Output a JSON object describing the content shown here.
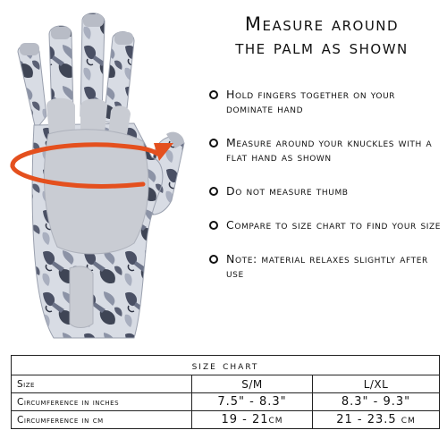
{
  "heading": {
    "line1": "Measure around",
    "line2": "the palm as shown"
  },
  "instructions": [
    "Hold fingers together on your dominate hand",
    "Measure around your knuckles with a flat hand as shown",
    "Do not measure thumb",
    "Compare to size chart to find your size",
    "Note: material relaxes slightly after use"
  ],
  "size_chart": {
    "caption": "size chart",
    "columns": [
      "Size",
      "S/M",
      "L/XL"
    ],
    "rows": [
      [
        "Circumference in inches",
        "7.5\" - 8.3\"",
        "8.3\" - 9.3\""
      ],
      [
        "Circumference in cm",
        "19 - 21cm",
        "21 - 23.5 cm"
      ]
    ]
  },
  "colors": {
    "arrow": "#e4501e",
    "glove_gray": "#c9ccd3",
    "camo_dark": "#3f4555",
    "table_border": "#222222"
  },
  "icons": [
    "glove-image",
    "measure-arrow-icon",
    "bullet-circle-icon"
  ]
}
